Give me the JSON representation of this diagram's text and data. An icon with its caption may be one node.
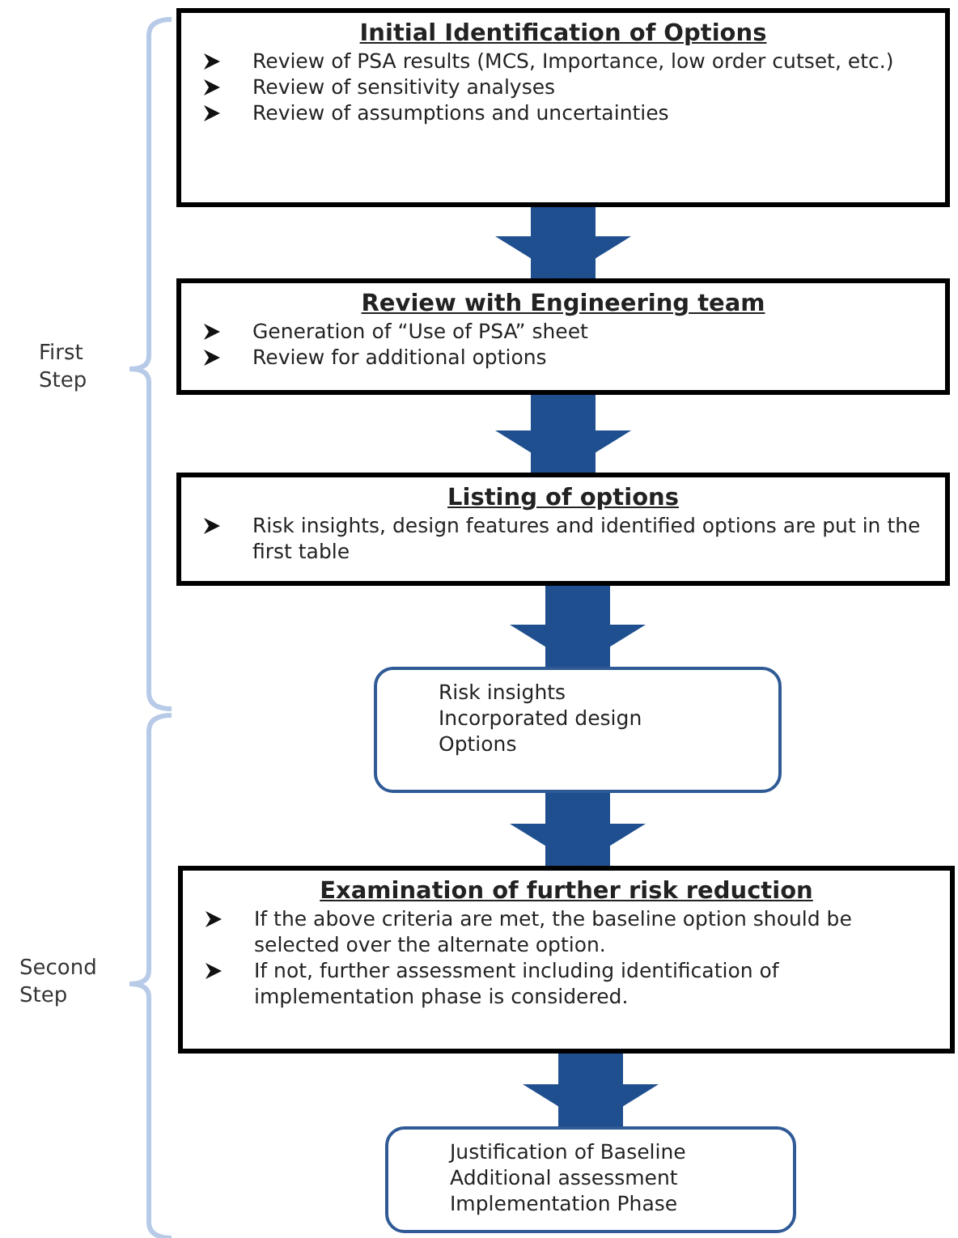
{
  "diagram": {
    "nodes": [
      {
        "text": [
          "Initial Identification of Options",
          "Review of PSA results (MCS, Importance, low order cutset, etc.)",
          "Review of sensitivity analyses",
          "Review of assumptions and uncertainties"
        ]
      },
      {
        "text": [
          "Review with Engineering team",
          "Generation of “Use of PSA” sheet",
          "Review for additional options"
        ]
      },
      {
        "text": [
          "Listing of options",
          "Risk insights, design features and identified options are put in the first table"
        ]
      },
      {
        "text": [
          "Risk insights",
          "Incorporated design",
          "Options"
        ]
      },
      {
        "text": [
          "Examination of further risk reduction",
          "If the above criteria are met, the baseline option should be selected over the alternate option.",
          "If not, further assessment including identification of implementation phase is considered."
        ]
      },
      {
        "text": [
          "Justification of Baseline",
          "Additional assessment",
          "Implementation Phase"
        ]
      }
    ],
    "edges": [
      {
        "from": 0,
        "to": 1,
        "arrow": "to"
      },
      {
        "from": 1,
        "to": 2,
        "arrow": "to"
      },
      {
        "from": 2,
        "to": 3,
        "arrow": "to"
      },
      {
        "from": 3,
        "to": 4,
        "arrow": "to"
      },
      {
        "from": 4,
        "to": 5,
        "arrow": "to"
      }
    ],
    "labels": [
      "First Step",
      "Second Step"
    ]
  }
}
